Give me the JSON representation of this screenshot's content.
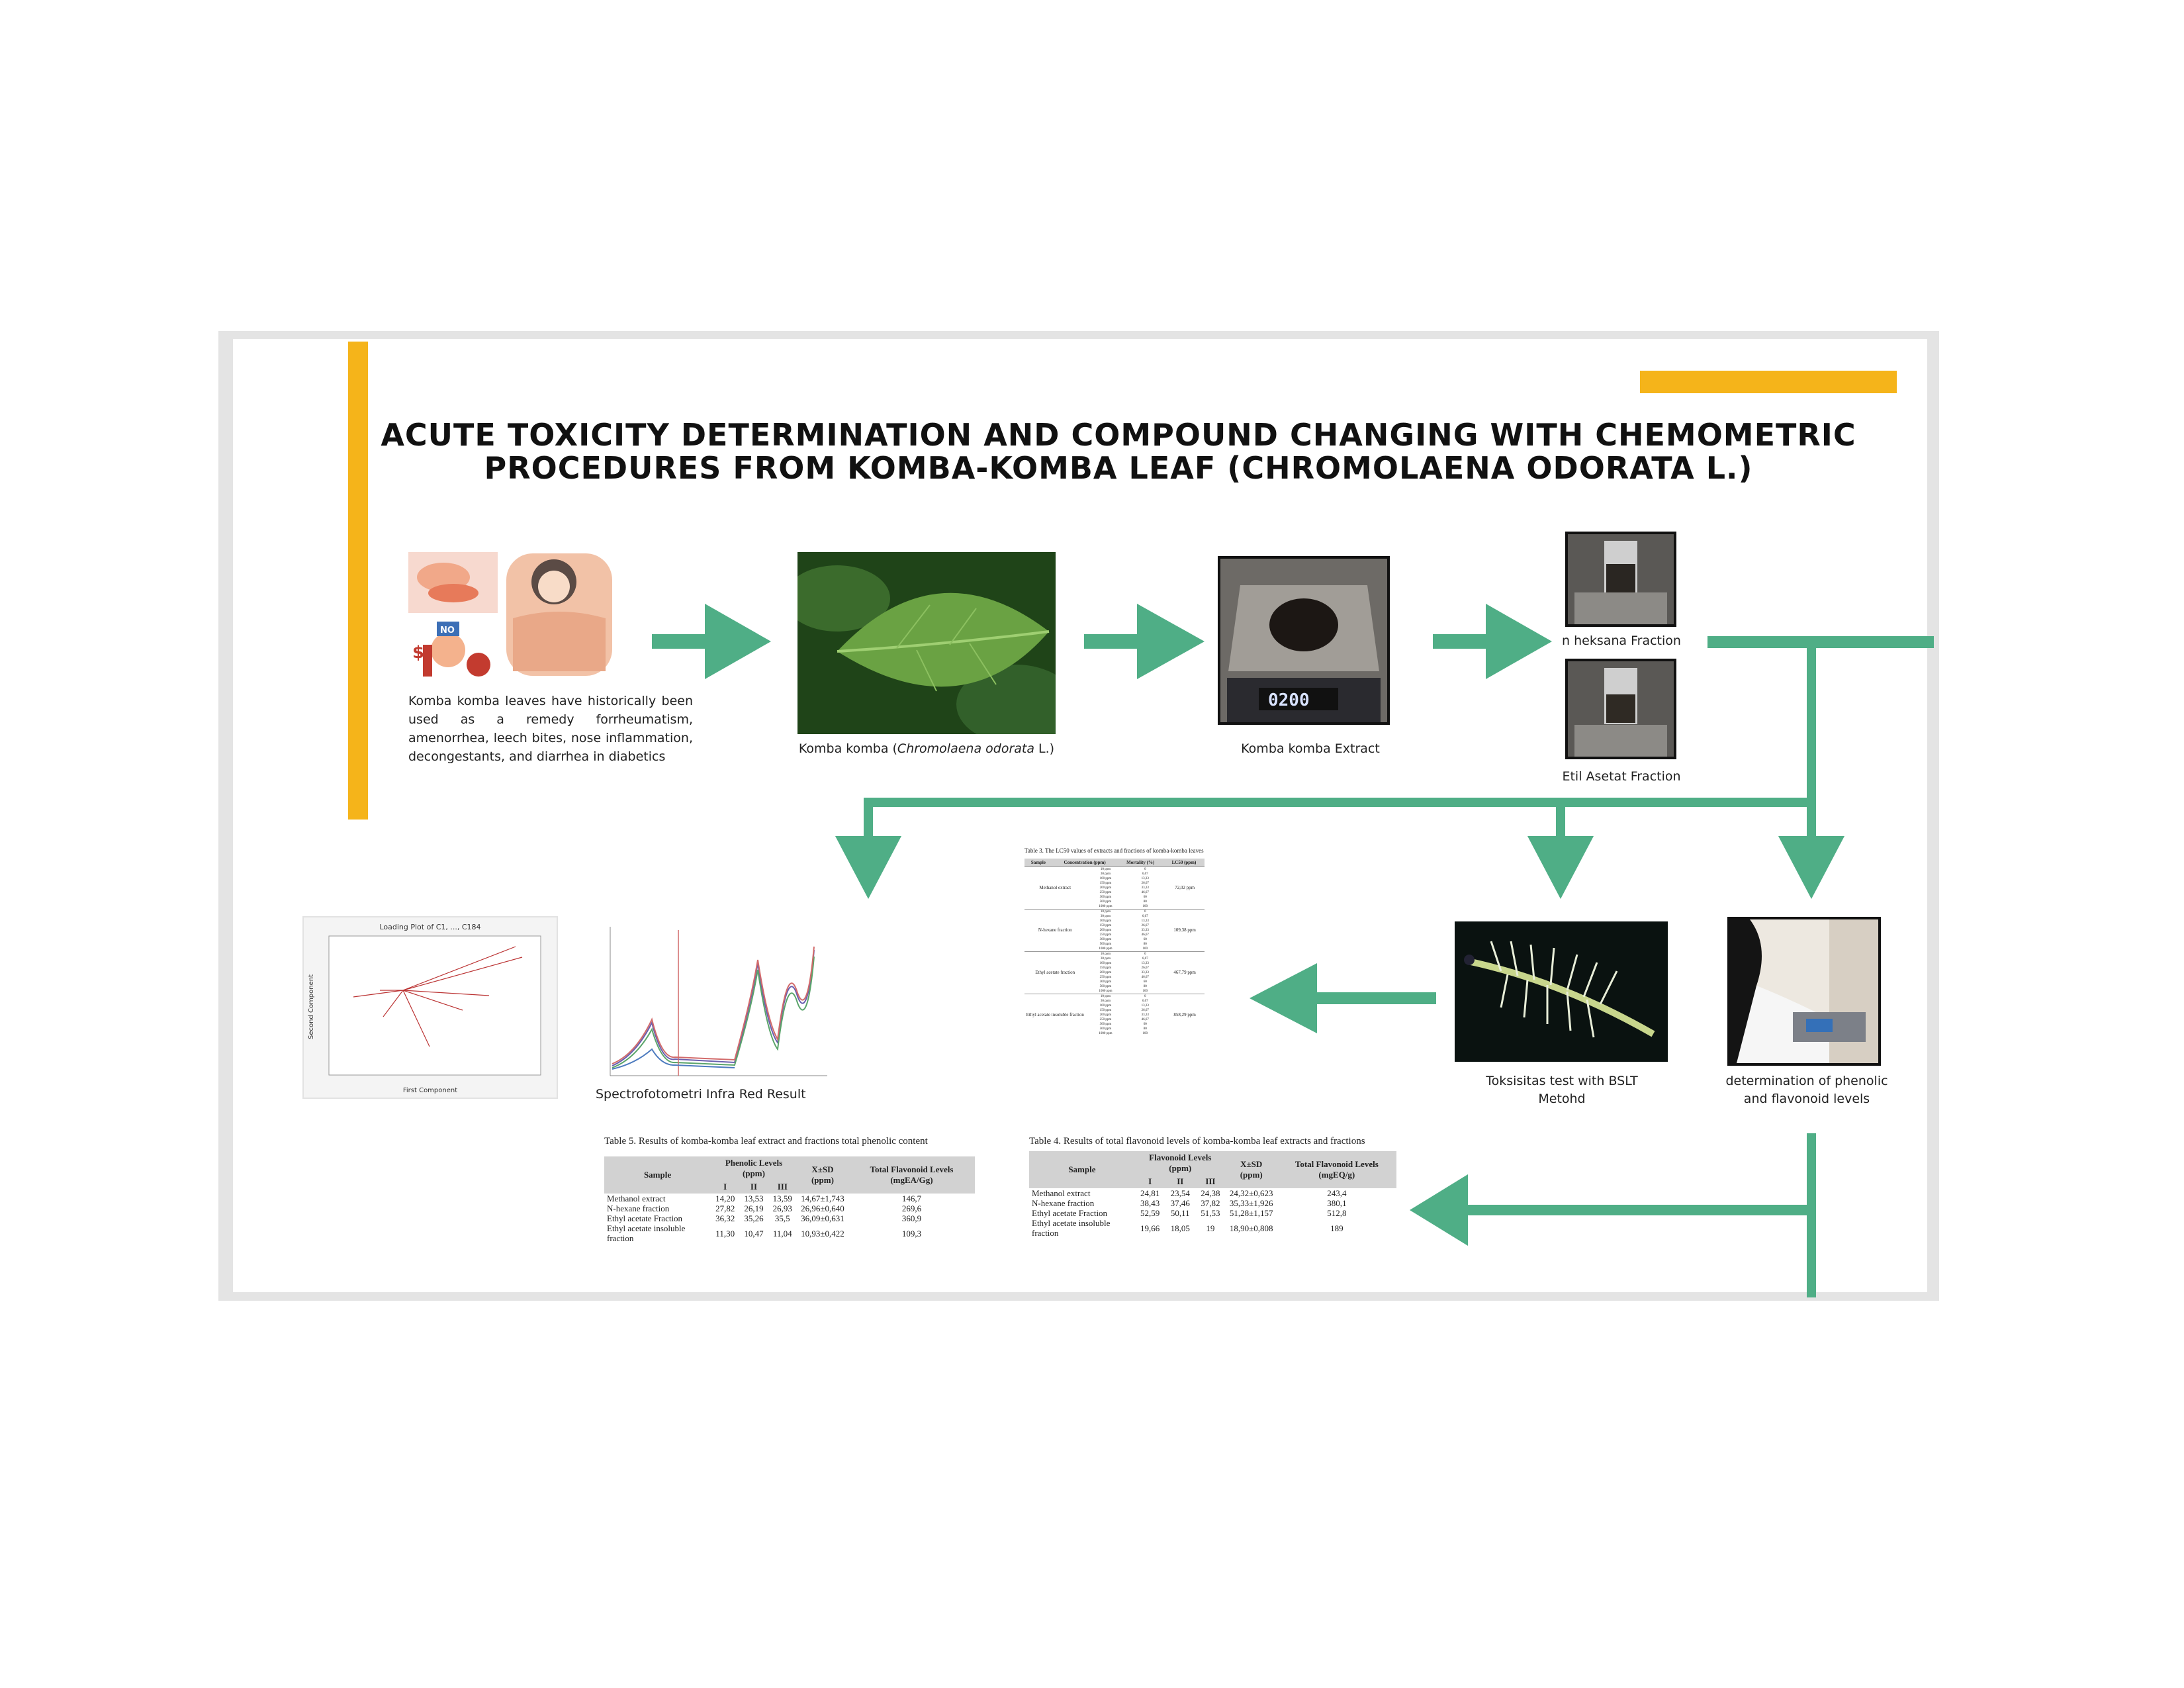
{
  "title": "ACUTE TOXICITY DETERMINATION AND COMPOUND CHANGING WITH CHEMOMETRIC PROCEDURES FROM KOMBA-KOMBA LEAF (CHROMOLAENA ODORATA L.)",
  "colors": {
    "accent": "#f5b41a",
    "arrow": "#4fae86",
    "frame": "#e4e4e4"
  },
  "step1": {
    "caption": "Komba komba leaves have historically been used as a remedy forrheumatism, amenorrhea, leech bites, nose inflammation, decongestants, and diarrhea in diabetics",
    "badge": "NO"
  },
  "step2": {
    "caption_prefix": "Komba komba  (",
    "caption_italic": "Chromolaena odorata",
    "caption_suffix": " L.)"
  },
  "step3": {
    "caption": "Komba komba Extract",
    "display": "0200"
  },
  "step4a": {
    "caption": "n heksana Fraction"
  },
  "step4b": {
    "caption": "Etil Asetat Fraction"
  },
  "loading_plot": {
    "title": "Loading Plot of C1, ..., C184",
    "xlabel": "First Component",
    "ylabel": "Second Component"
  },
  "ir": {
    "caption": "Spectrofotometri Infra Red Result"
  },
  "bslt": {
    "caption_line1": "Toksisitas test with BSLT",
    "caption_line2": "Metohd"
  },
  "phenolic": {
    "caption_line1": "determination of phenolic",
    "caption_line2": "and flavonoid levels"
  },
  "table_small": {
    "caption": "Table 3. The LC50 values of extracts and fractions of komba-komba leaves",
    "headers": [
      "Sample",
      "Concentration (ppm)",
      "Mortality (%)",
      "LC50 (ppm)"
    ],
    "groups": [
      {
        "sample": "Methanol extract",
        "lc": "72,02 ppm"
      },
      {
        "sample": "N-hexane fraction",
        "lc": "109,38 ppm"
      },
      {
        "sample": "Ethyl acetate fraction",
        "lc": "467,79 ppm"
      },
      {
        "sample": "Ethyl acetate insoluble fraction",
        "lc": "858,29 ppm"
      }
    ],
    "concs": [
      "10 ppm",
      "30 ppm",
      "100 ppm",
      "150 ppm",
      "200 ppm",
      "250 ppm",
      "300 ppm",
      "500 ppm",
      "1000 ppm"
    ],
    "mort": [
      "0",
      "6,67",
      "13,33",
      "26,67",
      "33,33",
      "46,67",
      "60",
      "80",
      "100"
    ]
  },
  "table5": {
    "caption": "Table 5. Results of komba-komba leaf extract and fractions total phenolic content",
    "h_sample": "Sample",
    "h_group": "Phenolic Levels (ppm)",
    "h_cols": [
      "I",
      "II",
      "III"
    ],
    "h_mean": "X±SD (ppm)",
    "h_total": "Total Flavonoid Levels (mgEA/Gg)",
    "rows": [
      [
        "Methanol extract",
        "14,20",
        "13,53",
        "13,59",
        "14,67±1,743",
        "146,7"
      ],
      [
        "N-hexane fraction",
        "27,82",
        "26,19",
        "26,93",
        "26,96±0,640",
        "269,6"
      ],
      [
        "Ethyl acetate Fraction",
        "36,32",
        "35,26",
        "35,5",
        "36,09±0,631",
        "360,9"
      ],
      [
        "Ethyl acetate insoluble fraction",
        "11,30",
        "10,47",
        "11,04",
        "10,93±0,422",
        "109,3"
      ]
    ]
  },
  "table4": {
    "caption": "Table 4. Results of total flavonoid levels of komba-komba leaf extracts and fractions",
    "h_sample": "Sample",
    "h_group": "Flavonoid Levels (ppm)",
    "h_cols": [
      "I",
      "II",
      "III"
    ],
    "h_mean": "X±SD (ppm)",
    "h_total": "Total Flavonoid Levels (mgEQ/g)",
    "rows": [
      [
        "Methanol extract",
        "24,81",
        "23,54",
        "24,38",
        "24,32±0,623",
        "243,4"
      ],
      [
        "N-hexane fraction",
        "38,43",
        "37,46",
        "37,82",
        "35,33±1,926",
        "380,1"
      ],
      [
        "Ethyl acetate Fraction",
        "52,59",
        "50,11",
        "51,53",
        "51,28±1,157",
        "512,8"
      ],
      [
        "Ethyl acetate insoluble fraction",
        "19,66",
        "18,05",
        "19",
        "18,90±0,808",
        "189"
      ]
    ]
  }
}
